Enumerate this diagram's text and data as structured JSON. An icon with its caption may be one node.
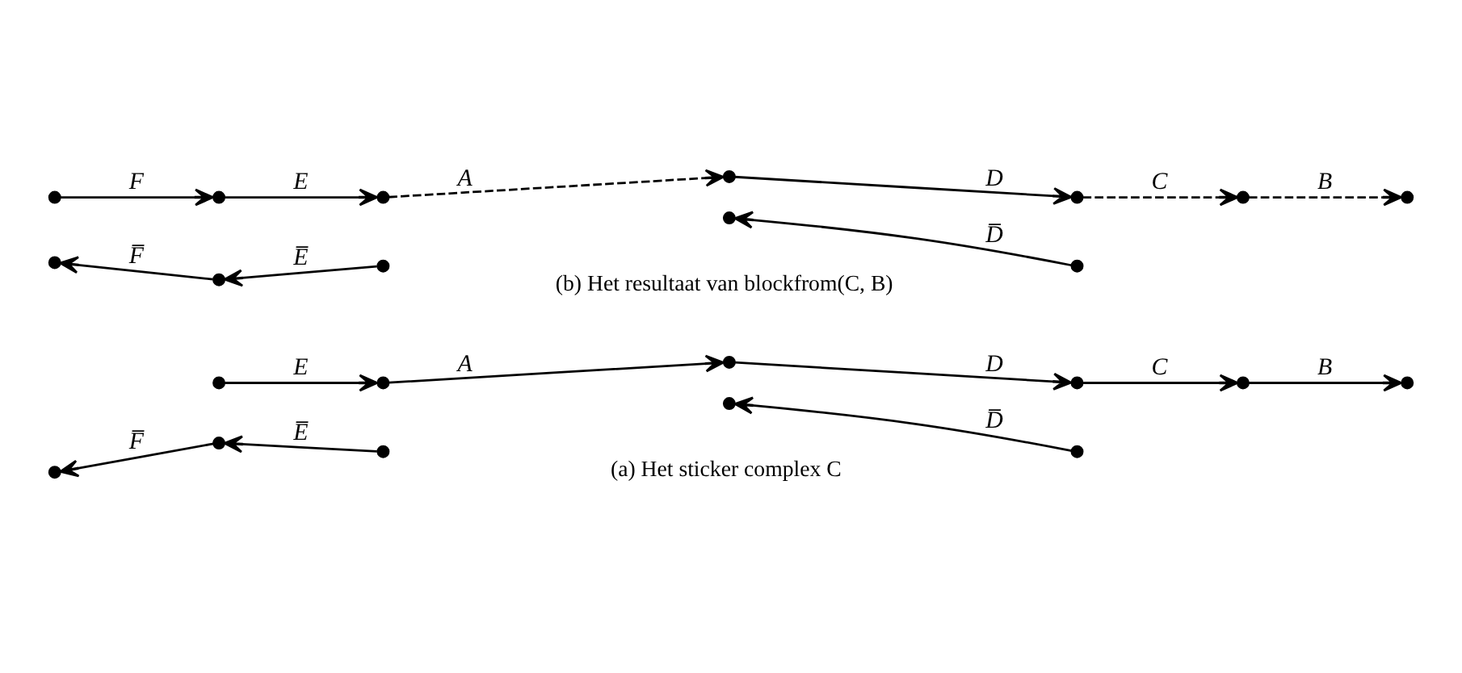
{
  "diagram": {
    "nodes": [
      {
        "text": [],
        "shape": "circle"
      },
      {
        "text": [],
        "shape": "circle"
      },
      {
        "text": [],
        "shape": "circle"
      },
      {
        "text": [],
        "shape": "circle"
      },
      {
        "text": [],
        "shape": "circle"
      },
      {
        "text": [],
        "shape": "circle"
      },
      {
        "text": [],
        "shape": "circle"
      },
      {
        "text": [],
        "shape": "circle"
      },
      {
        "text": [],
        "shape": "circle"
      },
      {
        "text": [],
        "shape": "circle"
      },
      {
        "text": [],
        "shape": "circle"
      },
      {
        "text": [],
        "shape": "circle"
      },
      {
        "text": [],
        "shape": "circle"
      },
      {
        "text": [],
        "shape": "circle"
      },
      {
        "text": [],
        "shape": "circle"
      },
      {
        "text": [],
        "shape": "circle"
      },
      {
        "text": [],
        "shape": "circle"
      },
      {
        "text": [],
        "shape": "circle"
      },
      {
        "text": [],
        "shape": "circle"
      },
      {
        "text": [],
        "shape": "circle"
      },
      {
        "text": [],
        "shape": "circle"
      },
      {
        "text": [],
        "shape": "circle"
      },
      {
        "text": [],
        "shape": "circle"
      }
    ],
    "edges": [
      {
        "from": 0,
        "to": 1,
        "arrow": "to",
        "label": "E"
      },
      {
        "from": 1,
        "to": 2,
        "arrow": "to",
        "label": "A"
      },
      {
        "from": 2,
        "to": 3,
        "arrow": "to",
        "label": "D"
      },
      {
        "from": 3,
        "to": 4,
        "arrow": "to",
        "label": "C"
      },
      {
        "from": 4,
        "to": 5,
        "arrow": "to",
        "label": "B"
      },
      {
        "from": 8,
        "to": 7,
        "arrow": "to",
        "label": "E̅"
      },
      {
        "from": 7,
        "to": 6,
        "arrow": "to",
        "label": "F̅"
      },
      {
        "from": 10,
        "to": 9,
        "arrow": "to",
        "label": "D̅"
      },
      {
        "from": 11,
        "to": 12,
        "arrow": "to",
        "label": "F"
      },
      {
        "from": 12,
        "to": 13,
        "arrow": "to",
        "label": "E"
      },
      {
        "from": 13,
        "to": 14,
        "arrow": "to",
        "label": "A",
        "style": "dashed"
      },
      {
        "from": 14,
        "to": 15,
        "arrow": "to",
        "label": "D"
      },
      {
        "from": 15,
        "to": 16,
        "arrow": "to",
        "label": "C",
        "style": "dashed"
      },
      {
        "from": 16,
        "to": 17,
        "arrow": "to",
        "label": "B",
        "style": "dashed"
      },
      {
        "from": 19,
        "to": 18,
        "arrow": "to",
        "label": "F̅"
      },
      {
        "from": 20,
        "to": 19,
        "arrow": "to",
        "label": "E̅"
      },
      {
        "from": 22,
        "to": 21,
        "arrow": "to",
        "label": "D̅"
      }
    ],
    "labels": [
      "(a) Het sticker complex C",
      "(b) Het resultaat van blockfrom(C, B)"
    ]
  }
}
